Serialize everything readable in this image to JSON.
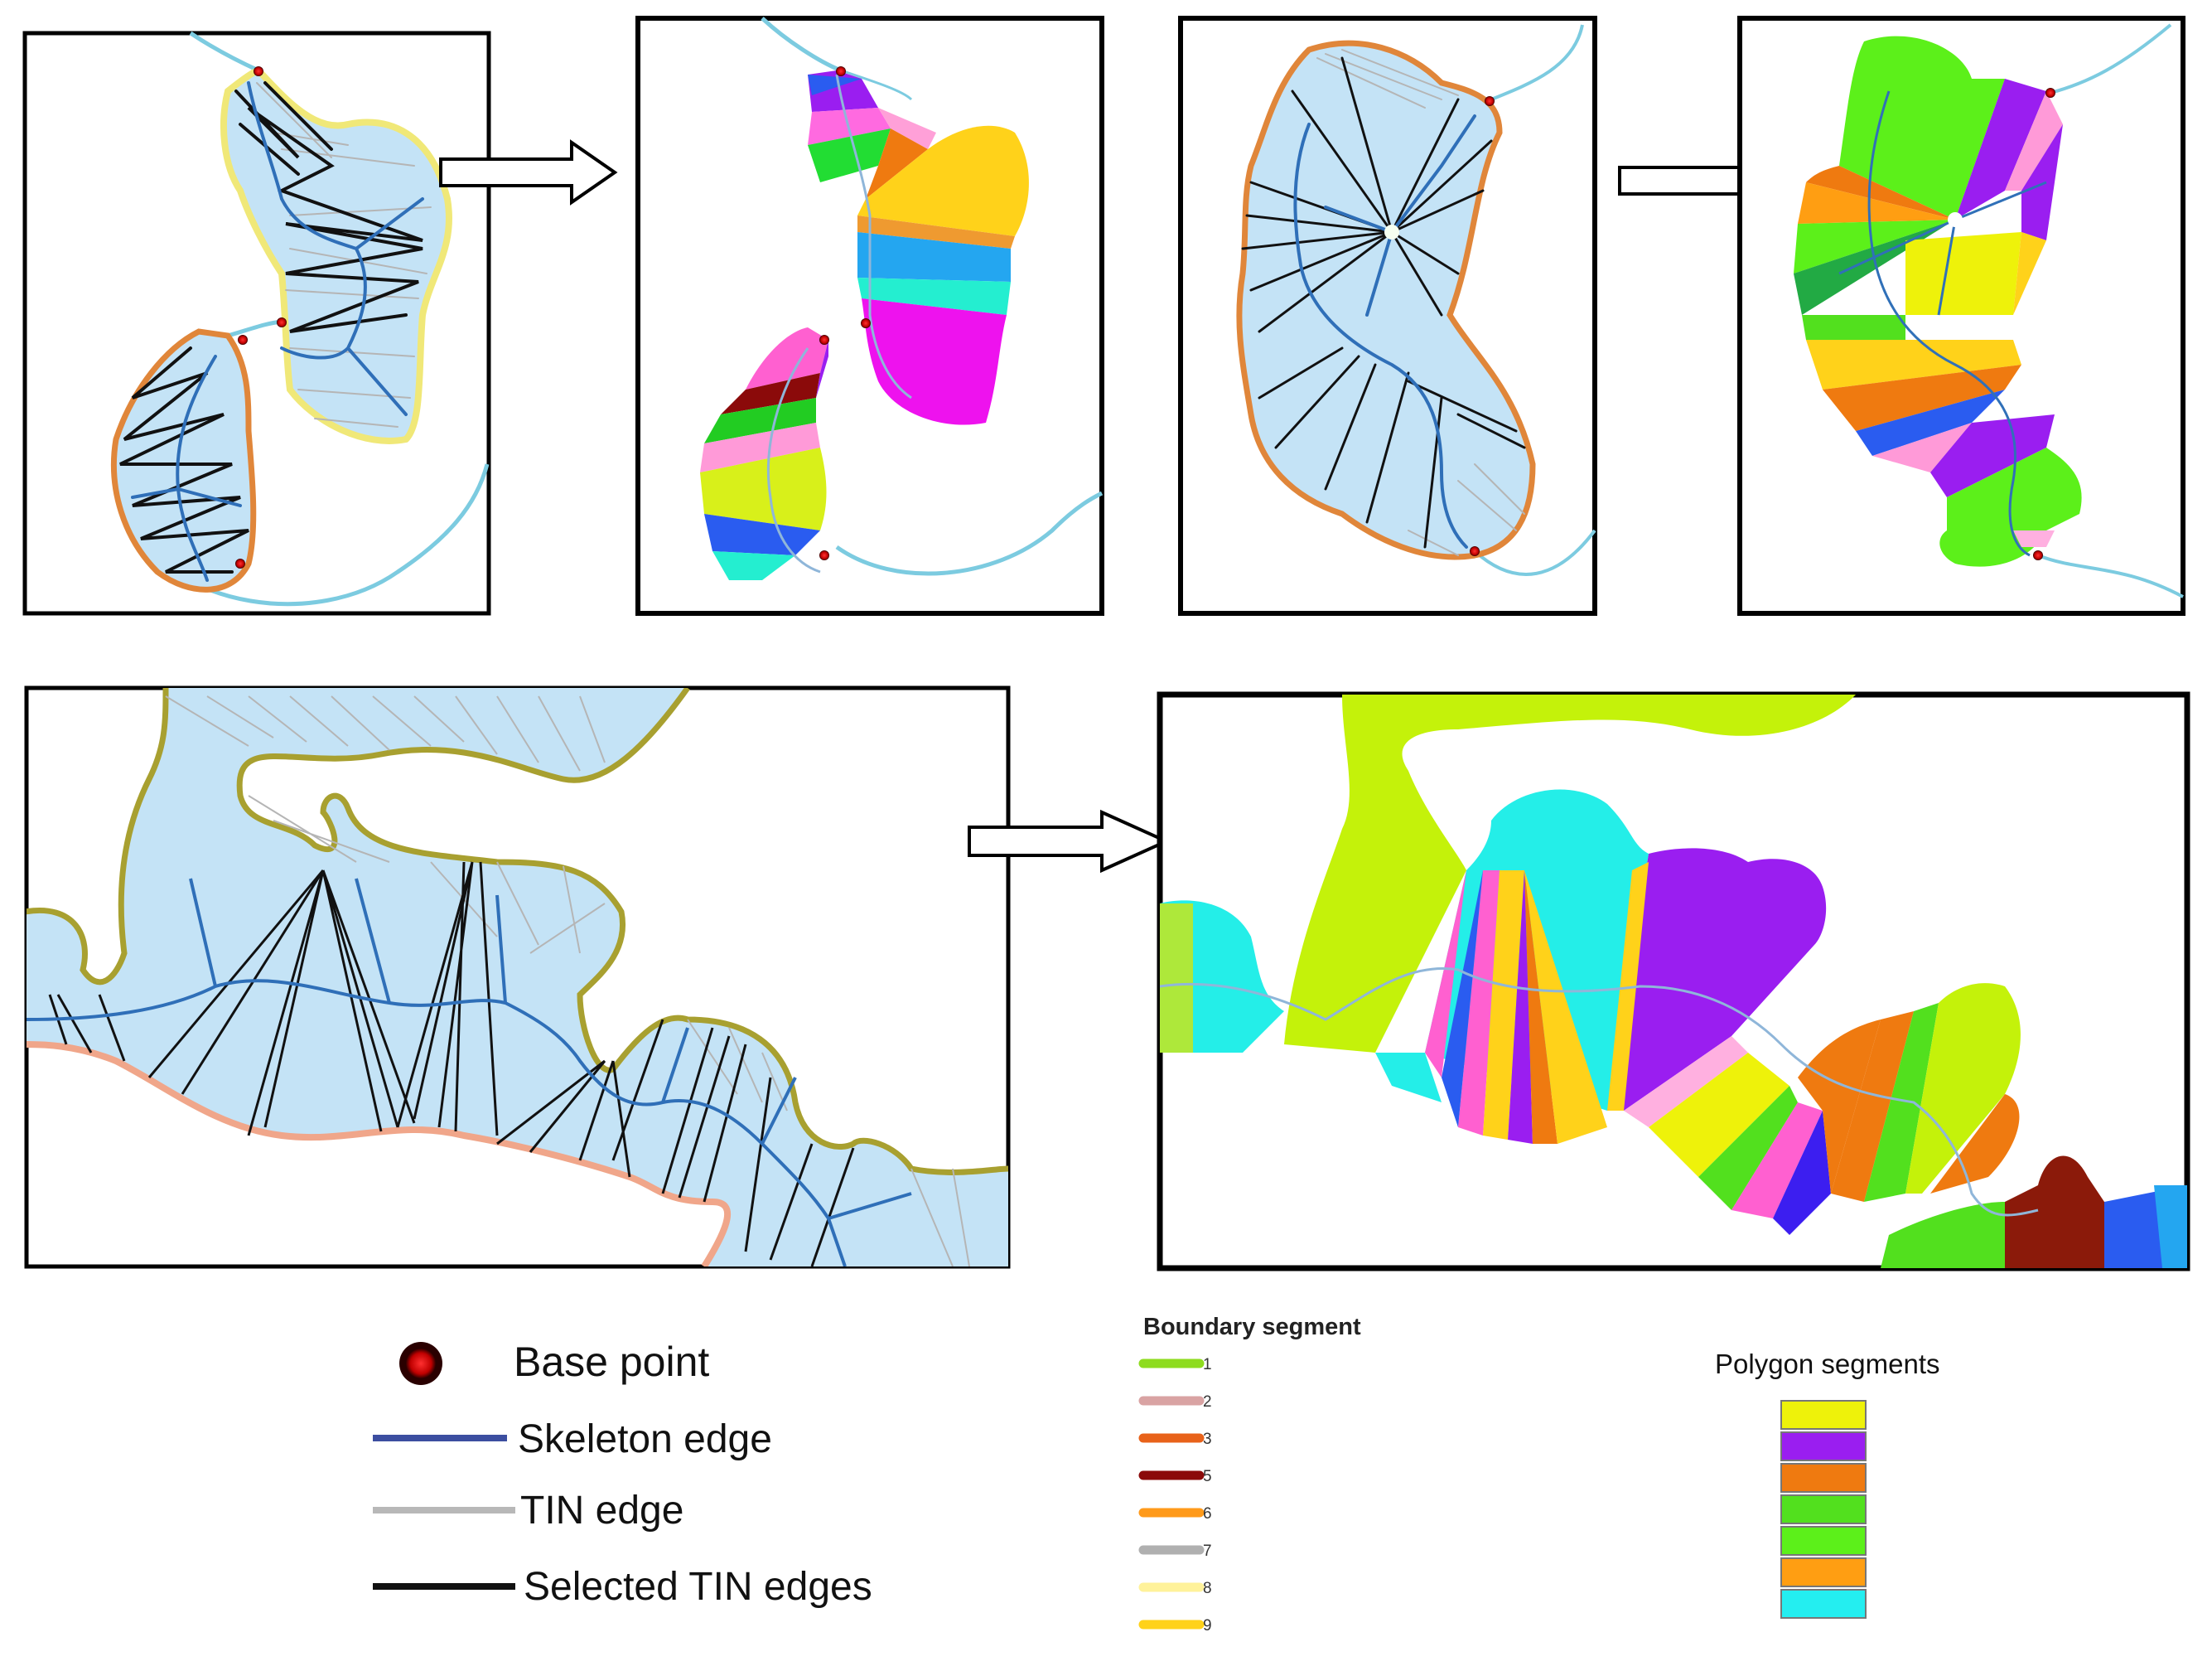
{
  "legend": {
    "base_point": "Base point",
    "skeleton_edge": "Skeleton edge",
    "tin_edge": "TIN edge",
    "selected_tin_edges": "Selected TIN edges"
  },
  "boundary_segment": {
    "title": "Boundary segment",
    "items": [
      {
        "label": "1",
        "color": "#8edc1e"
      },
      {
        "label": "2",
        "color": "#d9a3a3"
      },
      {
        "label": "3",
        "color": "#e8621a"
      },
      {
        "label": "5",
        "color": "#8b0a0a"
      },
      {
        "label": "6",
        "color": "#ff9a1a"
      },
      {
        "label": "7",
        "color": "#b0b0b0"
      },
      {
        "label": "8",
        "color": "#fff29a"
      },
      {
        "label": "9",
        "color": "#ffd21a"
      }
    ]
  },
  "polygon_segments": {
    "title": "Polygon segments",
    "colors": [
      "#eef20a",
      "#9a1ef0",
      "#ef7a10",
      "#52e01e",
      "#5cf01a",
      "#ff9e12",
      "#24eef0"
    ]
  },
  "colors": {
    "polygon_fill": "#c4e3f6",
    "skeleton": "#2f6fb8",
    "tin": "#b5b5b5",
    "selected": "#111111",
    "base_point": "#c81010",
    "river": "#7ccbe0"
  }
}
